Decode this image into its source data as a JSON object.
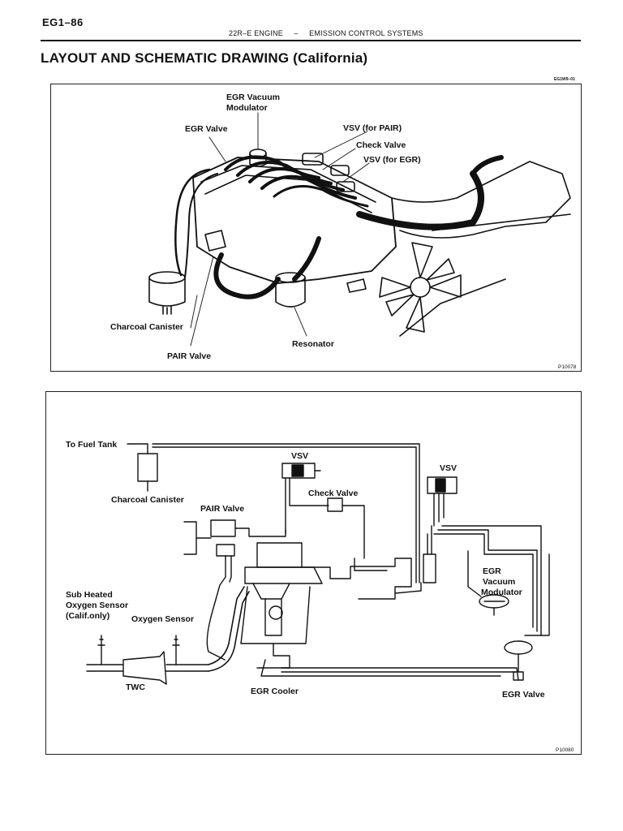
{
  "header": {
    "page_number": "EG1–86",
    "running_title": "22R–E ENGINE     –     EMISSION CONTROL SYSTEMS",
    "page_title": "LAYOUT AND SCHEMATIC DRAWING (California)"
  },
  "layout_drawing": {
    "code": "EG1W9–01",
    "figure_id": "P10078",
    "labels": {
      "egr_vacuum_modulator_1": "EGR Vacuum",
      "egr_vacuum_modulator_2": "Modulator",
      "egr_valve": "EGR Valve",
      "vsv_pair": "VSV (for PAIR)",
      "check_valve": "Check Valve",
      "vsv_egr": "VSV (for EGR)",
      "charcoal_canister": "Charcoal Canister",
      "resonator": "Resonator",
      "pair_valve": "PAIR Valve"
    }
  },
  "schematic_drawing": {
    "figure_id": "P10080",
    "labels": {
      "to_fuel_tank": "To Fuel Tank",
      "vsv_left": "VSV",
      "vsv_right": "VSV",
      "charcoal_canister": "Charcoal Canister",
      "check_valve": "Check Valve",
      "pair_valve": "PAIR Valve",
      "egr_vacuum_modulator_1": "EGR",
      "egr_vacuum_modulator_2": "Vacuum",
      "egr_vacuum_modulator_3": "Modulator",
      "sub_sensor_1": "Sub Heated",
      "sub_sensor_2": "Oxygen Sensor",
      "sub_sensor_3": "(Calif.only)",
      "oxygen_sensor": "Oxygen Sensor",
      "twc": "TWC",
      "egr_cooler": "EGR Cooler",
      "egr_valve": "EGR Valve"
    }
  }
}
